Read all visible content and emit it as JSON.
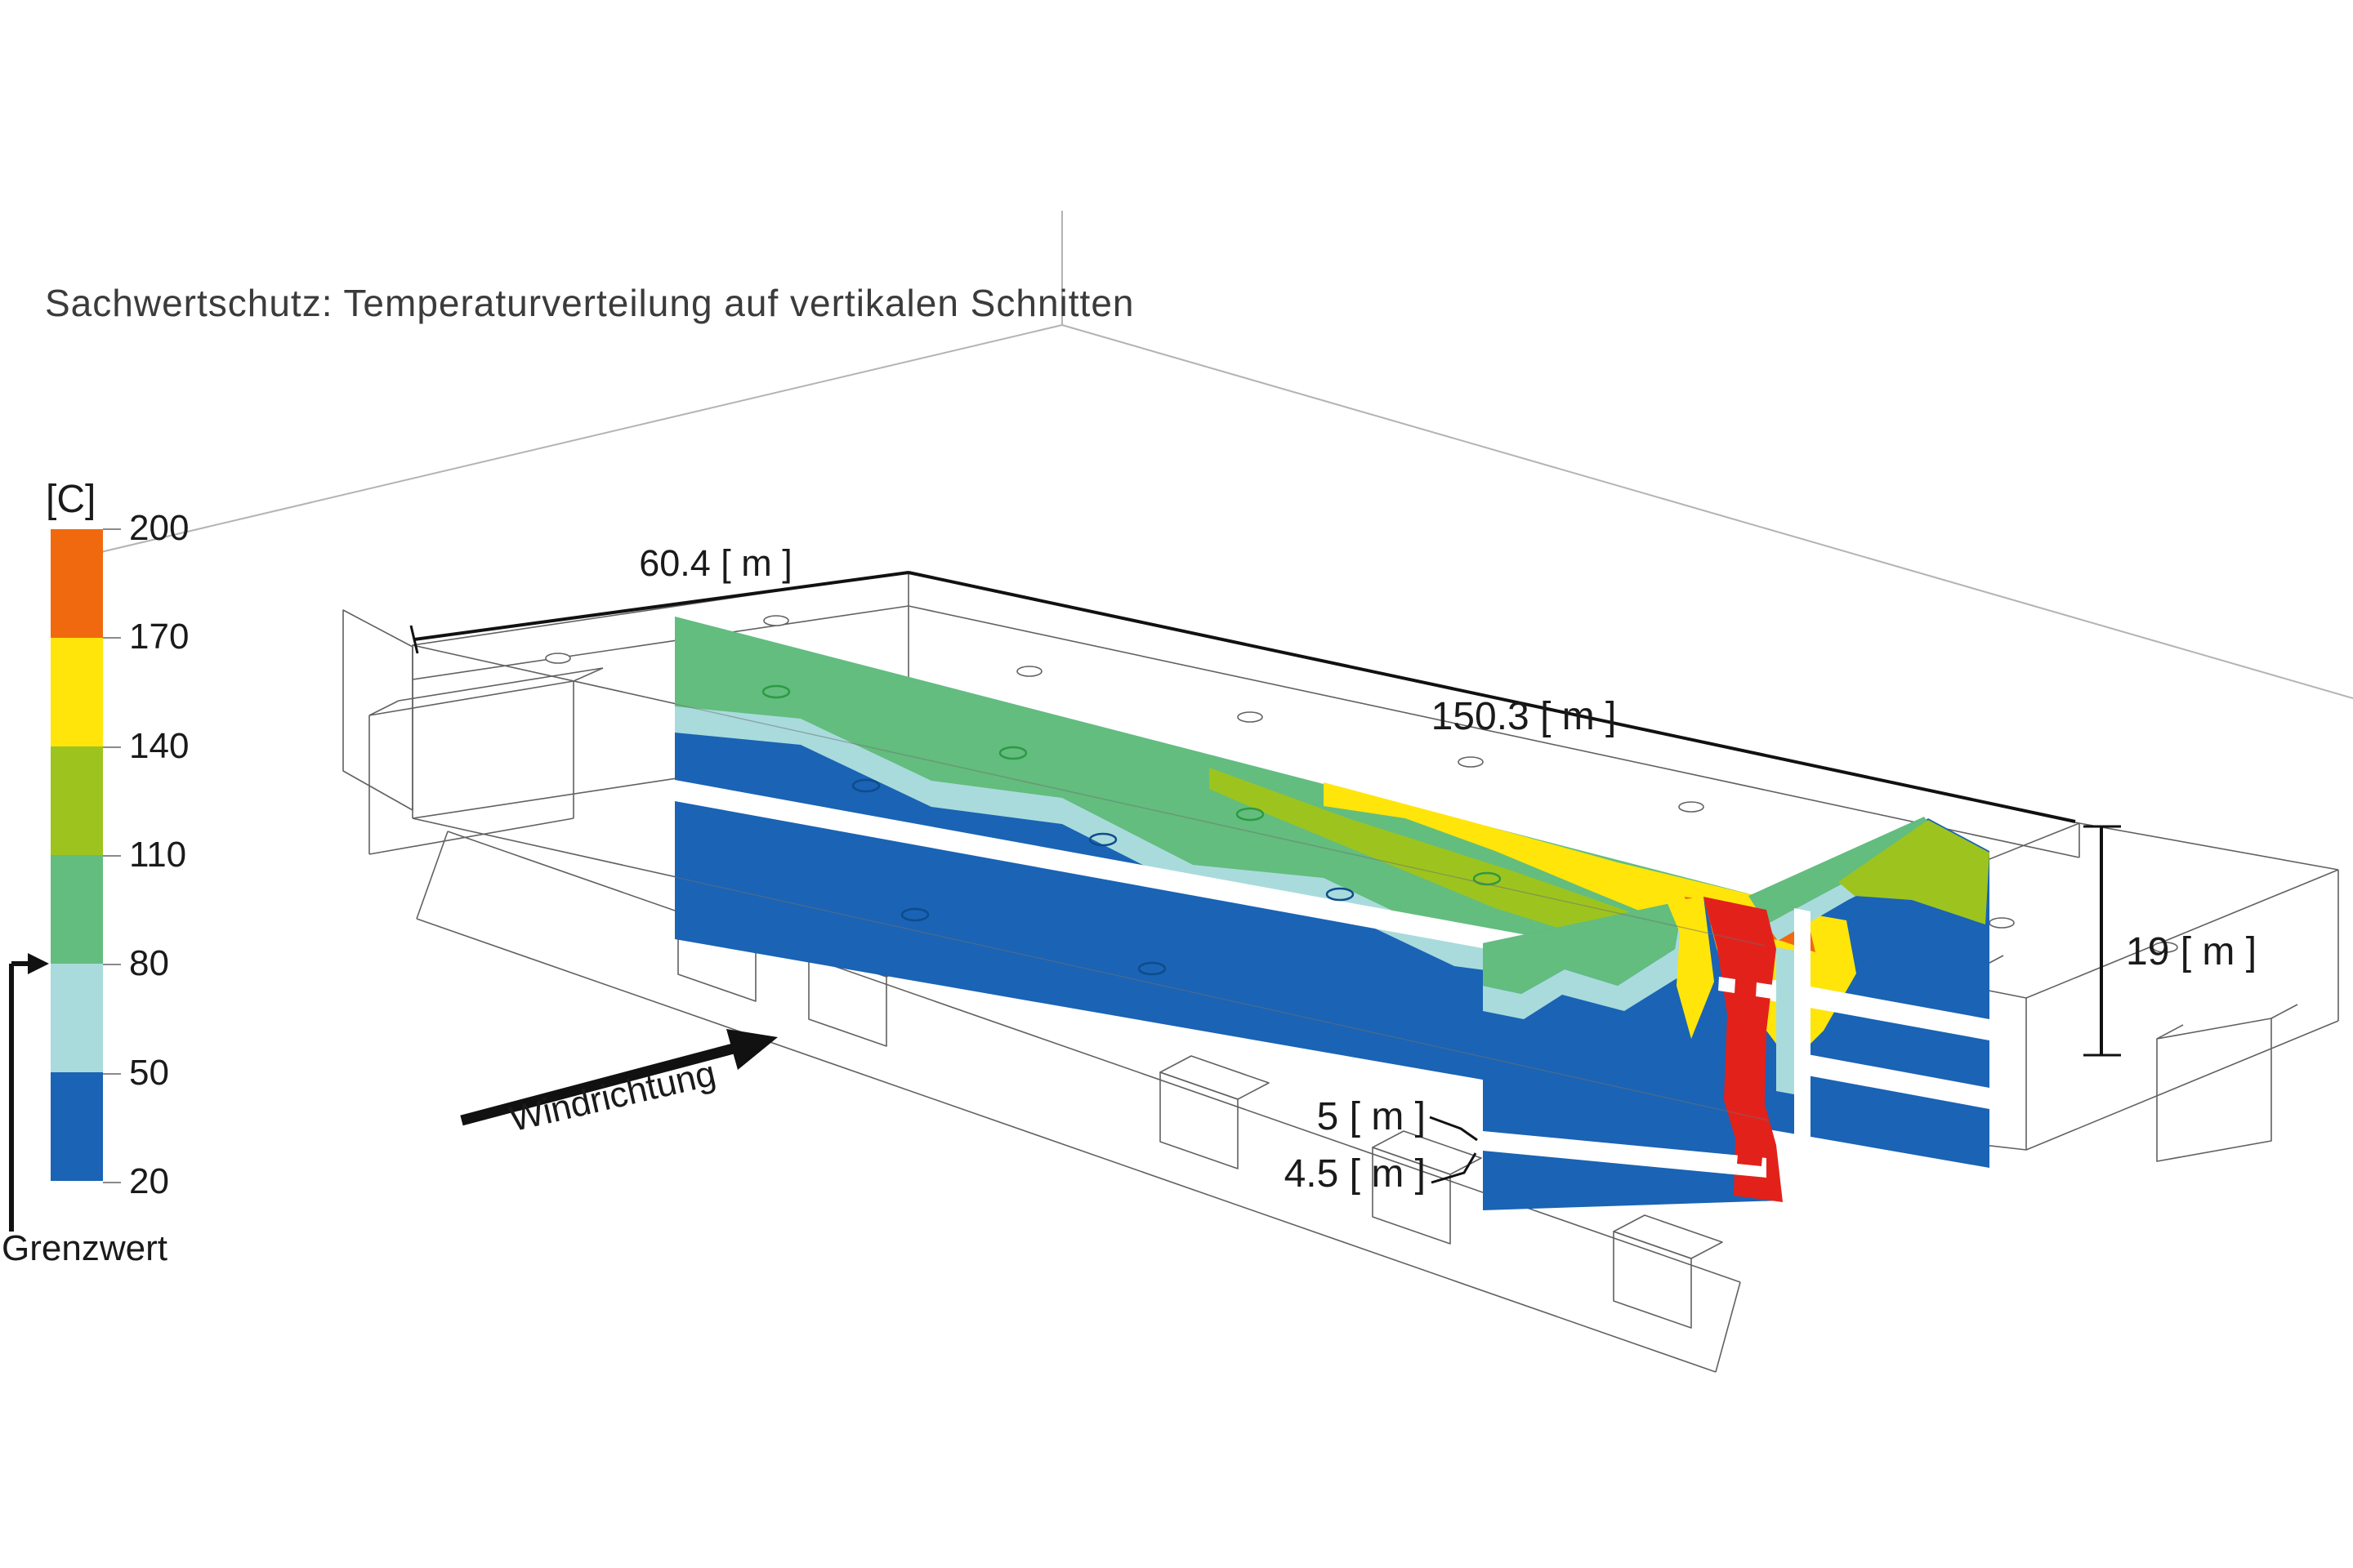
{
  "title": "Sachwertschutz: Temperaturverteilung auf vertikalen Schnitten",
  "legend": {
    "unit": "[C]",
    "ticks": [
      "200",
      "170",
      "140",
      "110",
      "80",
      "50",
      "20"
    ],
    "band_colors": [
      "#F1690F",
      "#FFE50A",
      "#9DC41E",
      "#63BD7E",
      "#A9DBDC",
      "#1A63B5"
    ],
    "threshold_label": "Grenzwert",
    "threshold_value": "80"
  },
  "annotations": {
    "wind": "Windrichtung",
    "dim_width": "60.4 [ m ]",
    "dim_length": "150.3 [ m ]",
    "dim_height": "19 [ m ]",
    "dim_level_upper": "5 [ m ]",
    "dim_level_lower": "4.5 [ m ]"
  },
  "colors": {
    "red": "#E3211B",
    "orange": "#F1690F",
    "yellow": "#FFE50A",
    "yellow_green": "#9DC41E",
    "green": "#63BD7E",
    "light_blue": "#A9DBDC",
    "blue": "#1A63B5"
  }
}
